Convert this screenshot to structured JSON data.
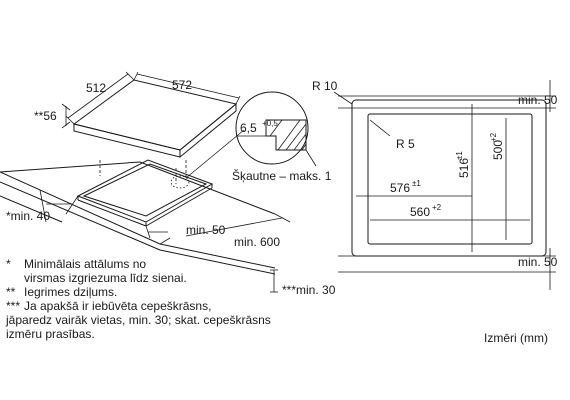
{
  "perspective": {
    "width": "512",
    "depth": "572",
    "top_clearance": "**56",
    "side_clearance": "*min. 40",
    "rear_clearance": "min. 50",
    "depth_clearance": "min. 600",
    "bottom_clearance": "***min. 30"
  },
  "detail": {
    "chamfer": "6,5",
    "chamfer_tol": "+0,5",
    "caption": "Šķautne – maks. 1"
  },
  "cutout": {
    "outer_radius": "R 10",
    "inner_radius": "R 5",
    "top_min": "min. 50",
    "bottom_min": "min. 50",
    "width_outer": "576",
    "width_outer_tol": "±1",
    "width_inner": "560",
    "width_inner_tol": "+2",
    "height_outer": "516",
    "height_outer_tol": "±1",
    "height_inner": "500",
    "height_inner_tol": "+2"
  },
  "notes": [
    {
      "mark": "*",
      "lines": [
        "Minimālais attālums no",
        "virsmas izgriezuma līdz sienai."
      ]
    },
    {
      "mark": "**",
      "lines": [
        "Iegrimes dziļums."
      ]
    },
    {
      "mark": "***",
      "lines": [
        "Ja apakšā ir iebūvēta cepeškrāsns,",
        "jāparedz vairāk vietas, min. 30; skat. cepeškrāsns",
        "izmēru prasības."
      ]
    }
  ],
  "units_label": "Izmēri (mm)"
}
